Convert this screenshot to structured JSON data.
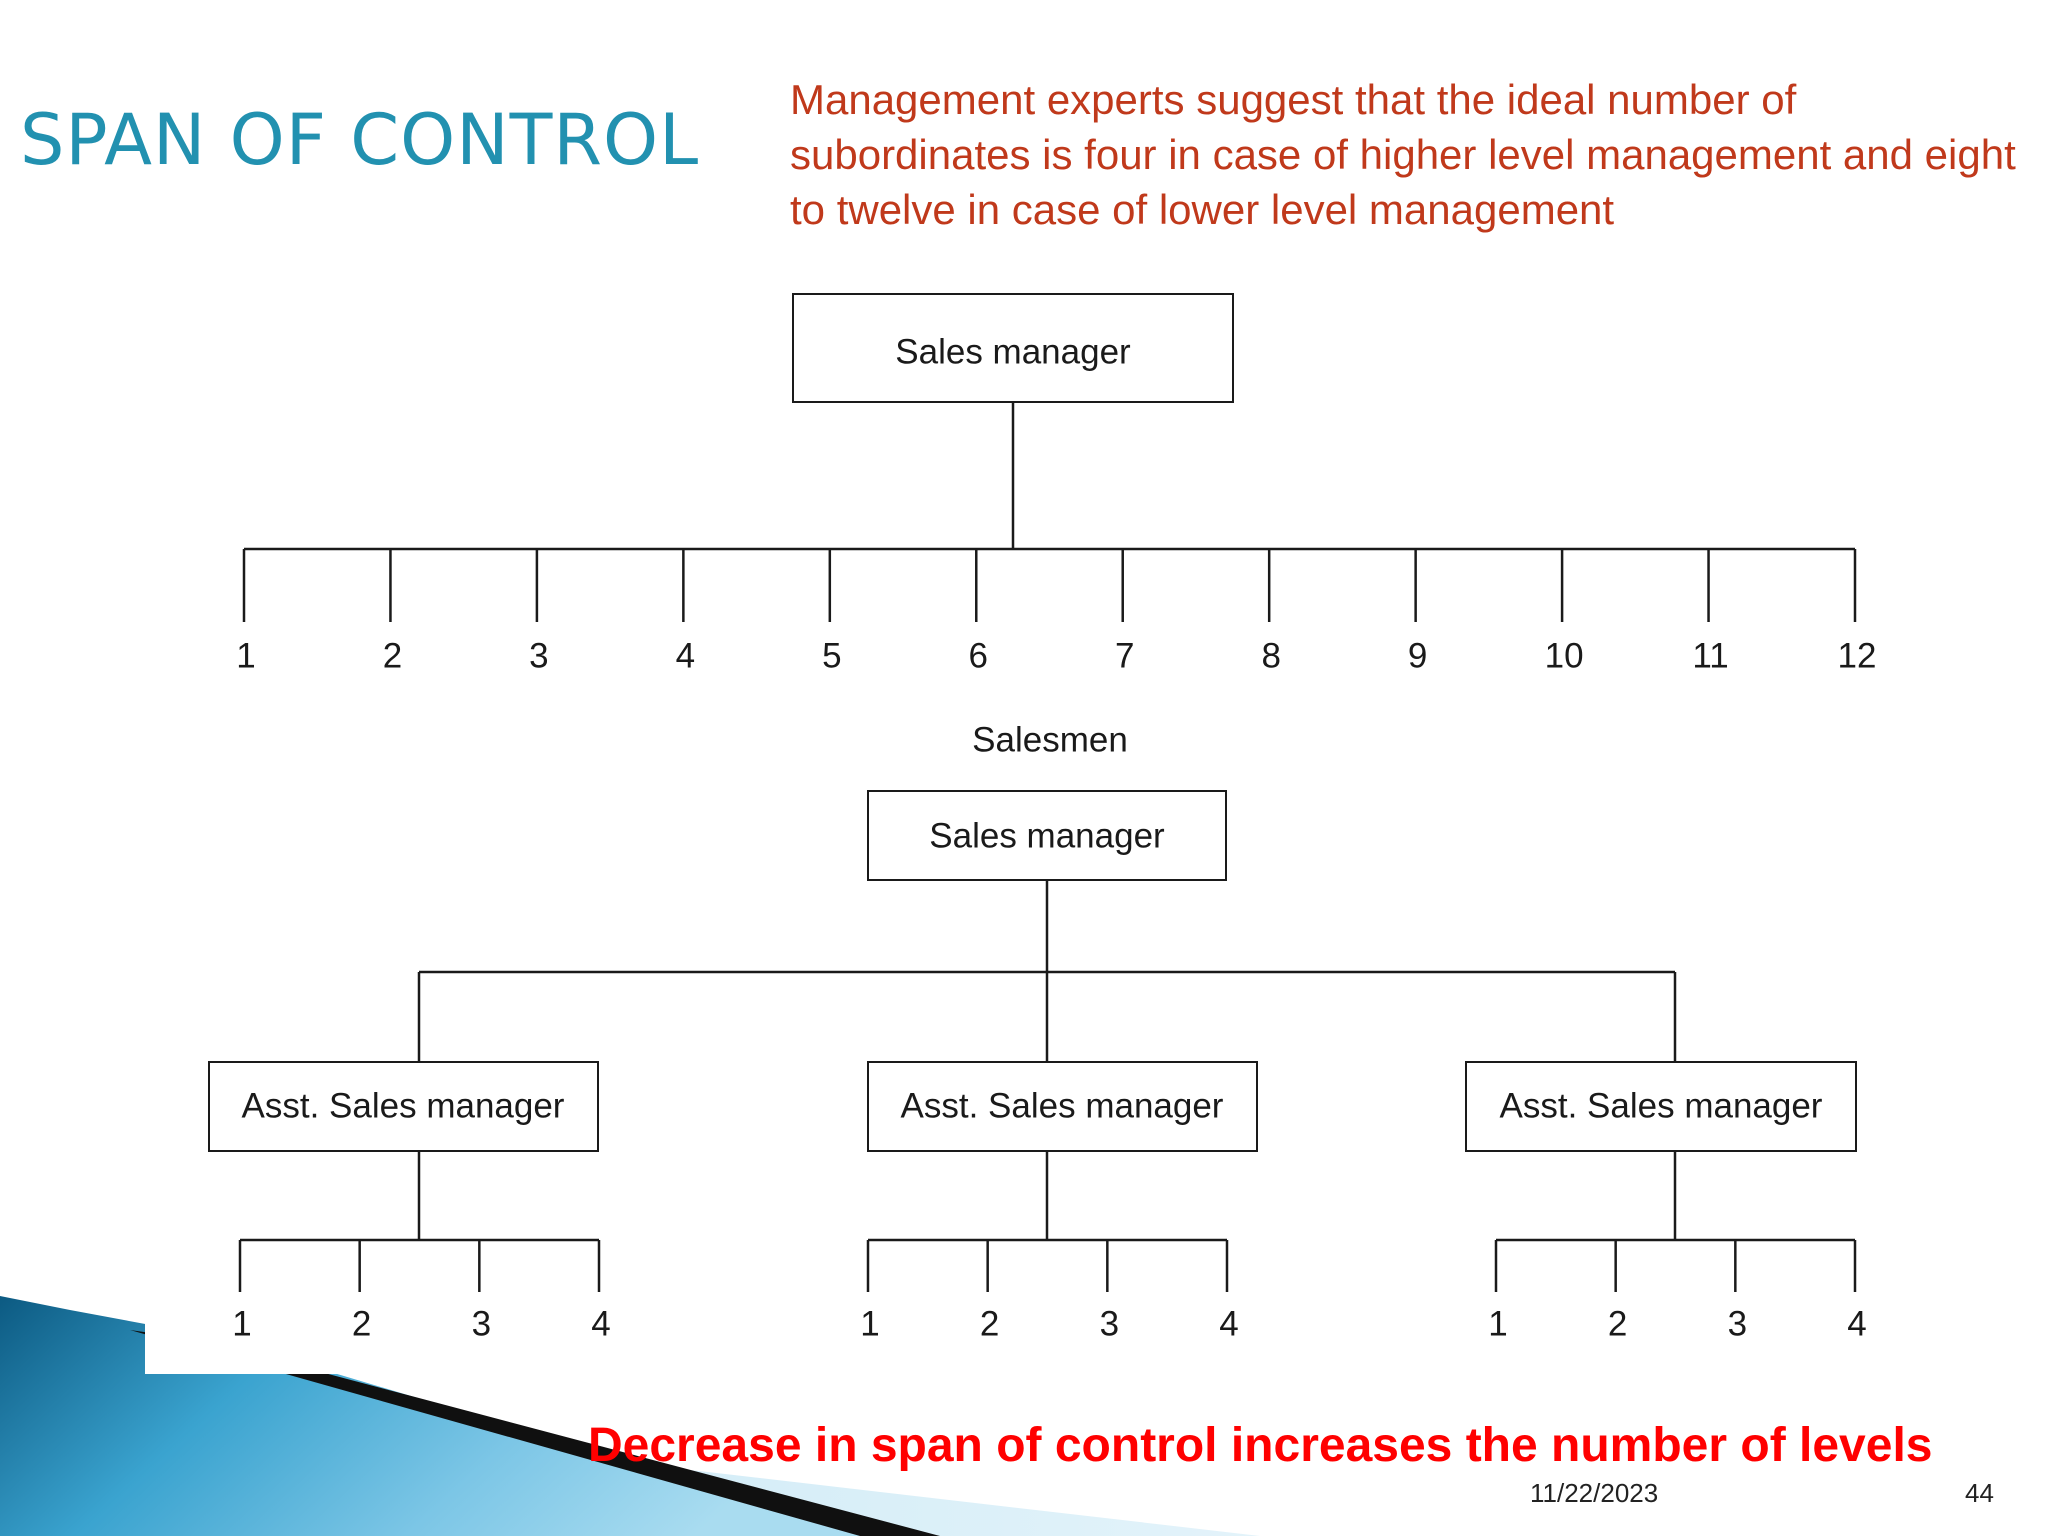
{
  "slide": {
    "title": "SPAN OF CONTROL",
    "note": "Management experts suggest that the ideal number of subordinates is four in case of higher level management and eight to twelve in case of lower level management",
    "conclusion": "Decrease in span of control increases the number of levels",
    "date": "11/22/2023",
    "page_number": "44"
  },
  "diagram_wide": {
    "root": "Sales manager",
    "children": [
      "1",
      "2",
      "3",
      "4",
      "5",
      "6",
      "7",
      "8",
      "9",
      "10",
      "11",
      "12"
    ],
    "group_label": "Salesmen"
  },
  "diagram_narrow": {
    "root": "Sales manager",
    "middle": [
      {
        "label": "Asst. Sales manager",
        "children": [
          "1",
          "2",
          "3",
          "4"
        ]
      },
      {
        "label": "Asst. Sales manager",
        "children": [
          "1",
          "2",
          "3",
          "4"
        ]
      },
      {
        "label": "Asst. Sales manager",
        "children": [
          "1",
          "2",
          "3",
          "4"
        ]
      }
    ]
  },
  "colors": {
    "title": "#2291b0",
    "note": "#c0391b",
    "conclusion": "#ff0000",
    "decoration_dark": "#0e5f87",
    "decoration_light": "#8ed0ec"
  }
}
